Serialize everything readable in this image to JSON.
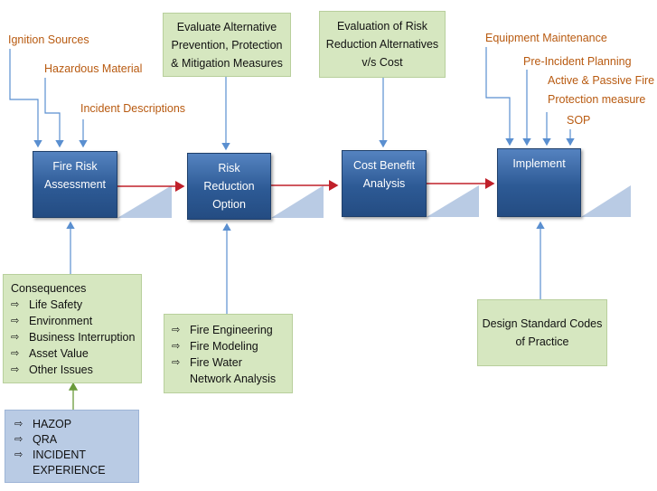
{
  "ignition_sources": "Ignition Sources",
  "hazardous_material": "Hazardous Material",
  "incident_descriptions": "Incident Descriptions",
  "equipment_maintenance": "Equipment Maintenance",
  "pre_incident_planning": "Pre-Incident Planning",
  "active_passive_line1": "Active & Passive Fire",
  "active_passive_line2": "Protection measure",
  "sop": "SOP",
  "steps": {
    "fire_risk": {
      "line1": "Fire Risk",
      "line2": "Assessment"
    },
    "risk_reduction": {
      "line1": "Risk",
      "line2": "Reduction",
      "line3": "Option"
    },
    "cost_benefit": {
      "line1": "Cost Benefit",
      "line2": "Analysis"
    },
    "implement": {
      "line1": "Implement"
    }
  },
  "evaluate_alt": {
    "line1": "Evaluate Alternative",
    "line2": "Prevention, Protection",
    "line3": "& Mitigation Measures"
  },
  "evaluation_risk": {
    "line1": "Evaluation of Risk",
    "line2": "Reduction Alternatives",
    "line3": "v/s Cost"
  },
  "consequences": {
    "title": "Consequences",
    "items": [
      "Life Safety",
      "Environment",
      "Business Interruption",
      "Asset Value",
      "Other Issues"
    ]
  },
  "fire_eng": {
    "items": [
      "Fire Engineering",
      "Fire Modeling",
      "Fire Water"
    ],
    "continuation": "Network Analysis"
  },
  "design_standard": {
    "line1": "Design Standard Codes",
    "line2": "of Practice"
  },
  "hazop": {
    "items": [
      "HAZOP",
      "QRA",
      "INCIDENT"
    ],
    "continuation": "EXPERIENCE"
  },
  "bullet_glyph": "⇨",
  "colors": {
    "label_orange": "#b85a10",
    "step_blue": "#2d5a95",
    "green_box": "#d6e7c0",
    "blue_box": "#b9cbe4",
    "flow_arrow": "#c0202a",
    "connector": "#5a8fd0",
    "green_arrow": "#6a9a3a"
  }
}
